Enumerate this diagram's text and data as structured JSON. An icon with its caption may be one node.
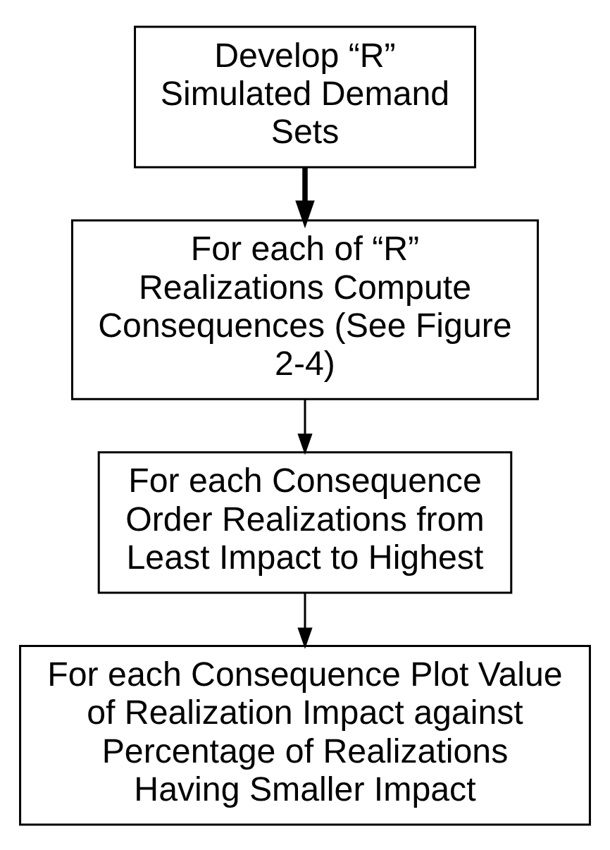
{
  "diagram": {
    "nodes": [
      {
        "text": [
          "Develop “R” Simulated Demand Sets"
        ]
      },
      {
        "text": [
          "For each of “R” Realizations Compute Consequences (See Figure 2-4)"
        ]
      },
      {
        "text": [
          "For each Consequence Order Realizations from Least Impact to Highest"
        ]
      },
      {
        "text": [
          "For each Consequence Plot Value of Realization Impact against Percentage of Realizations Having Smaller Impact"
        ]
      }
    ],
    "edges": [
      {
        "from": 0,
        "to": 1,
        "arrow": "to",
        "style": "thick"
      },
      {
        "from": 1,
        "to": 2,
        "arrow": "to"
      },
      {
        "from": 2,
        "to": 3,
        "arrow": "to"
      }
    ]
  }
}
